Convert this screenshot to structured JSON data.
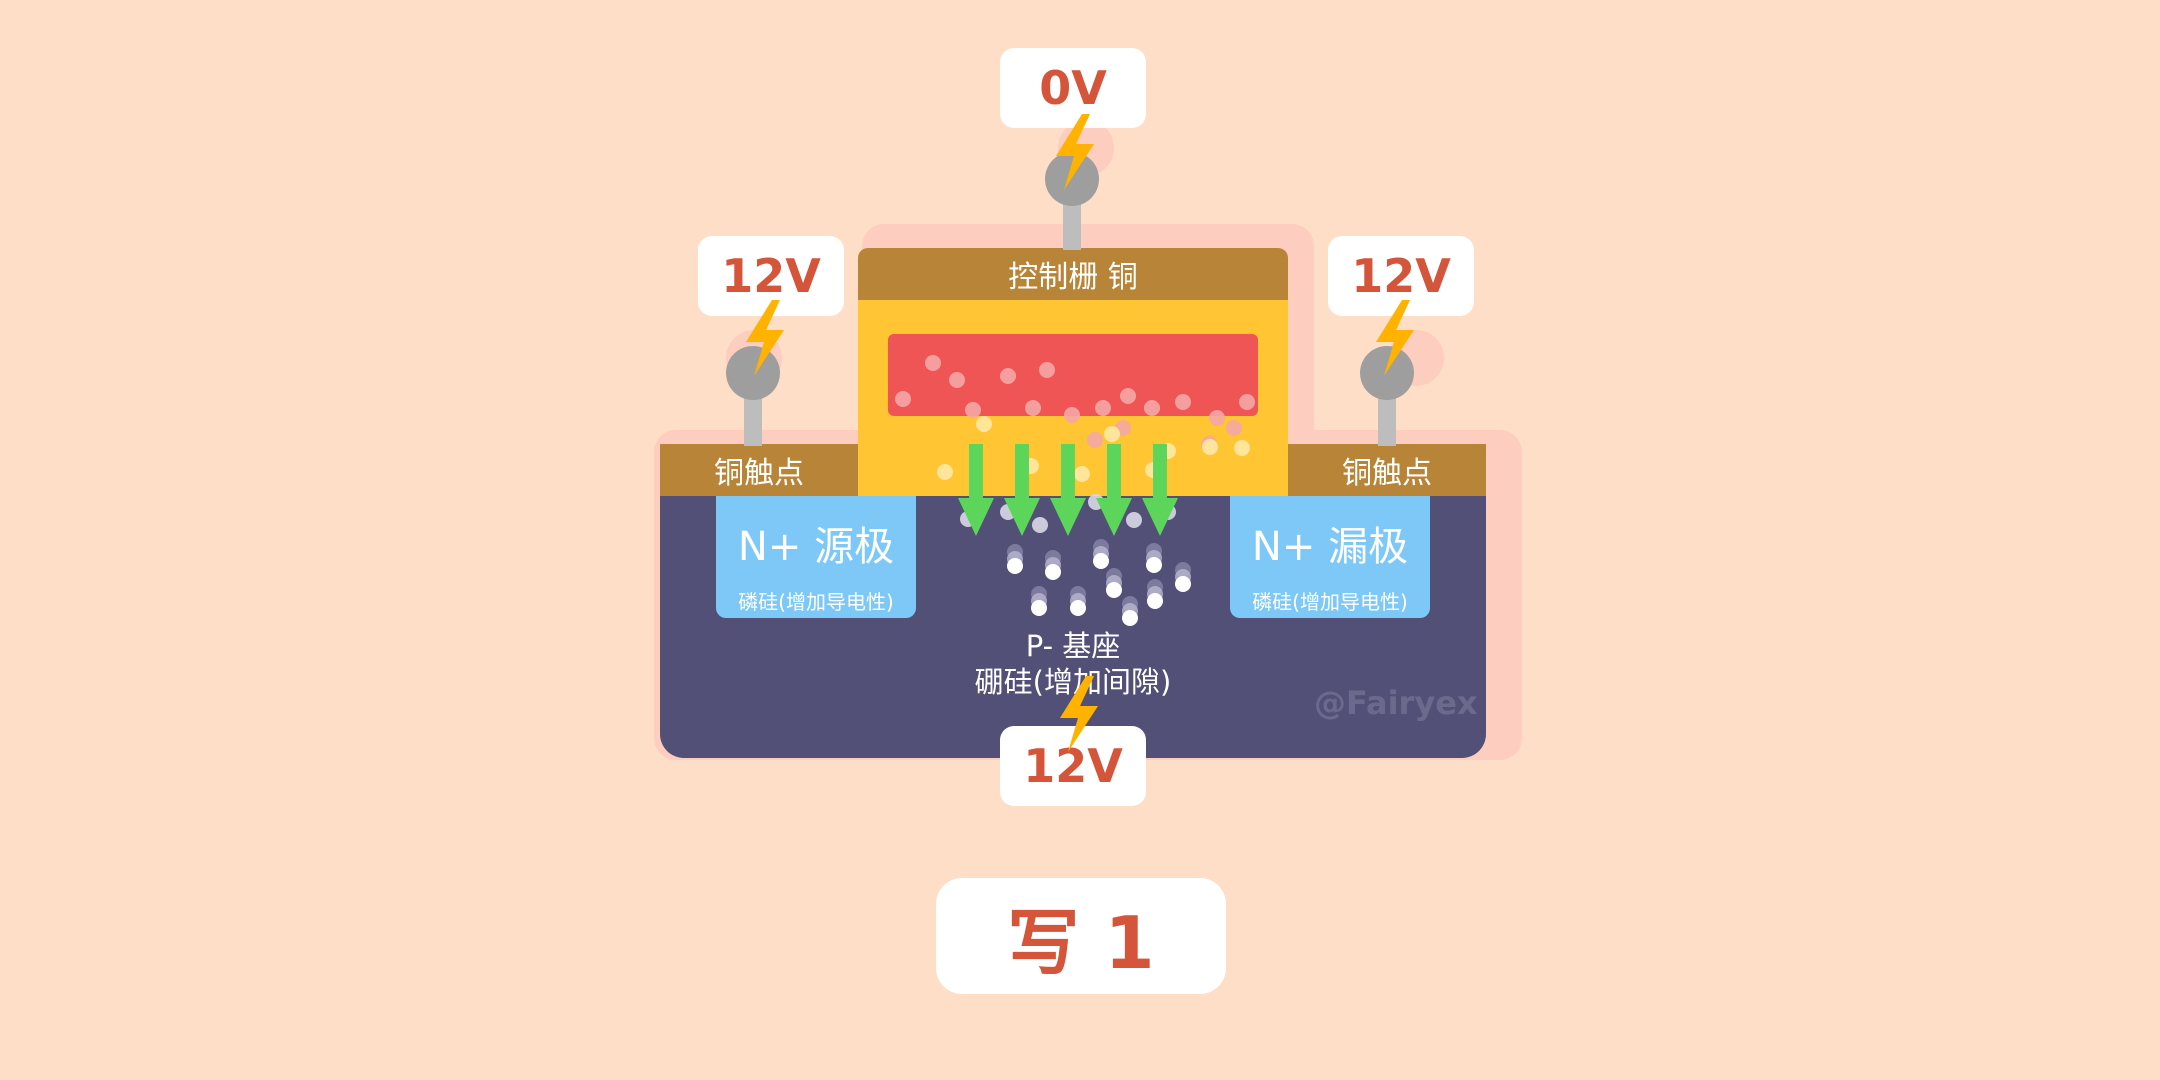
{
  "terminals": {
    "gate_voltage": "0V",
    "source_voltage": "12V",
    "drain_voltage": "12V",
    "substrate_voltage": "12V"
  },
  "labels": {
    "control_gate": "控制栅 铜",
    "source_contact": "铜触点",
    "drain_contact": "铜触点",
    "source_title": "N+ 源极",
    "source_sub": "磷硅(增加导电性)",
    "drain_title": "N+ 漏极",
    "drain_sub": "磷硅(增加导电性)",
    "substrate_line1": "P- 基座",
    "substrate_line2": "硼硅(增加间隙)",
    "watermark": "@Fairyex",
    "state": "写 1"
  },
  "icons": [
    "lightning-icon",
    "down-arrow-icon",
    "electron-dot"
  ],
  "colors": {
    "background": "#FFDEC8",
    "copper": "#B88437",
    "gate_body": "#FFC533",
    "floating_gate": "#EF5555",
    "substrate": "#525077",
    "n_region": "#7EC8F8",
    "arrow": "#5DD55A",
    "voltage_text": "#D4553A",
    "bolt": "#FFB300"
  }
}
